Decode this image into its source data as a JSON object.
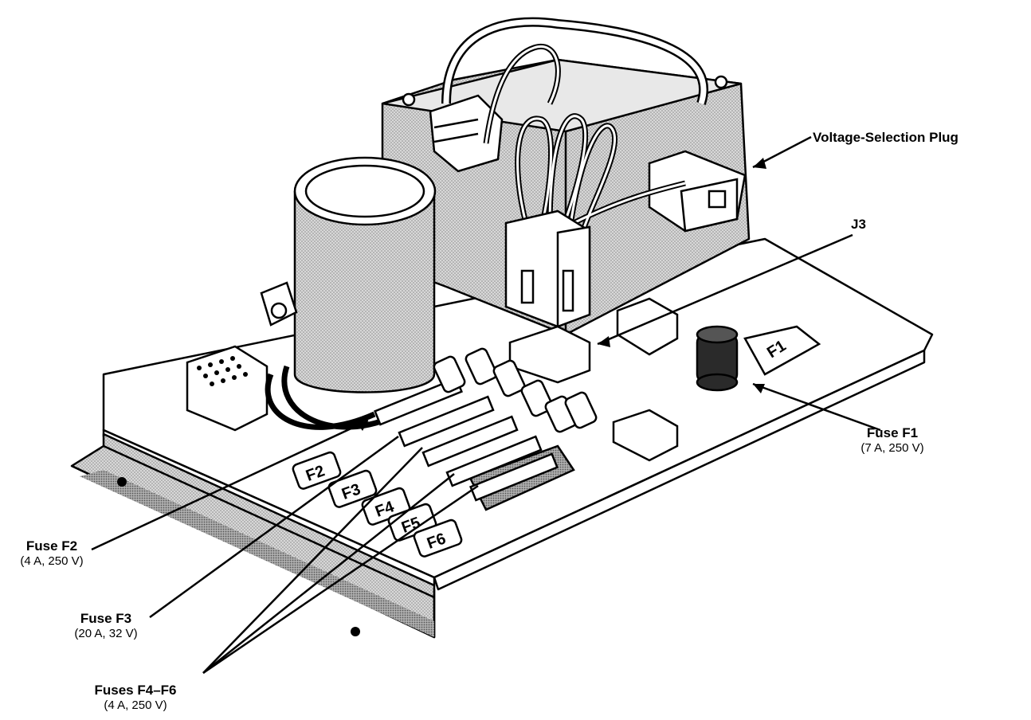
{
  "labels": {
    "voltage_plug": "Voltage-Selection Plug",
    "j3": "J3",
    "fuse_f1": {
      "title": "Fuse F1",
      "rating": "(7 A, 250 V)"
    },
    "fuse_f2": {
      "title": "Fuse F2",
      "rating": "(4 A, 250 V)"
    },
    "fuse_f3": {
      "title": "Fuse F3",
      "rating": "(20 A, 32 V)"
    },
    "fuses_f4_f6": {
      "title": "Fuses F4–F6",
      "rating": "(4 A, 250 V)"
    }
  },
  "board_tags": {
    "f1": "F1",
    "f2": "F2",
    "f3": "F3",
    "f4": "F4",
    "f5": "F5",
    "f6": "F6"
  },
  "colors": {
    "ink": "#000000",
    "paper": "#ffffff",
    "shade": "#bdbdbd"
  }
}
